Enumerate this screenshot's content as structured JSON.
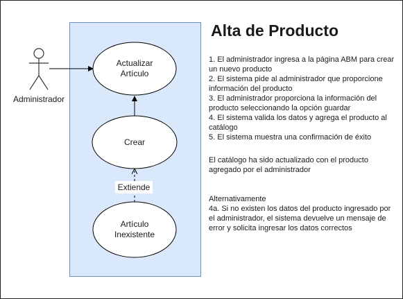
{
  "actor": {
    "label": "Administrador"
  },
  "use_cases": {
    "actualizar": [
      "Actualizar",
      "Artículo"
    ],
    "crear": "Crear",
    "inexistente": [
      "Artículo",
      "Inexistente"
    ]
  },
  "relations": {
    "extend_label": "Extiende"
  },
  "title": "Alta de Producto",
  "steps": [
    "1.  El administrador  ingresa  a la página ABM para crear un nuevo producto",
    "2. El sistema pide al administrador que proporcione información del producto",
    "3. El administrador proporciona la información del producto seleccionando la opción guardar",
    "4. El sistema valida los datos y agrega el producto al catálogo",
    "5. El sistema muestra una confirmación de éxito"
  ],
  "result_text": "El catálogo ha sido actualizado con el producto agregado por el administrador",
  "alternatives": {
    "heading": "Alternativamente",
    "text": "4a. Si no existen los datos del producto ingresado por el administrador, el sistema devuelve un mensaje de error y solicita ingresar los datos correctos"
  },
  "colors": {
    "system_fill": "#dae8fc",
    "system_stroke": "#6c8ebf",
    "line": "#000000"
  }
}
